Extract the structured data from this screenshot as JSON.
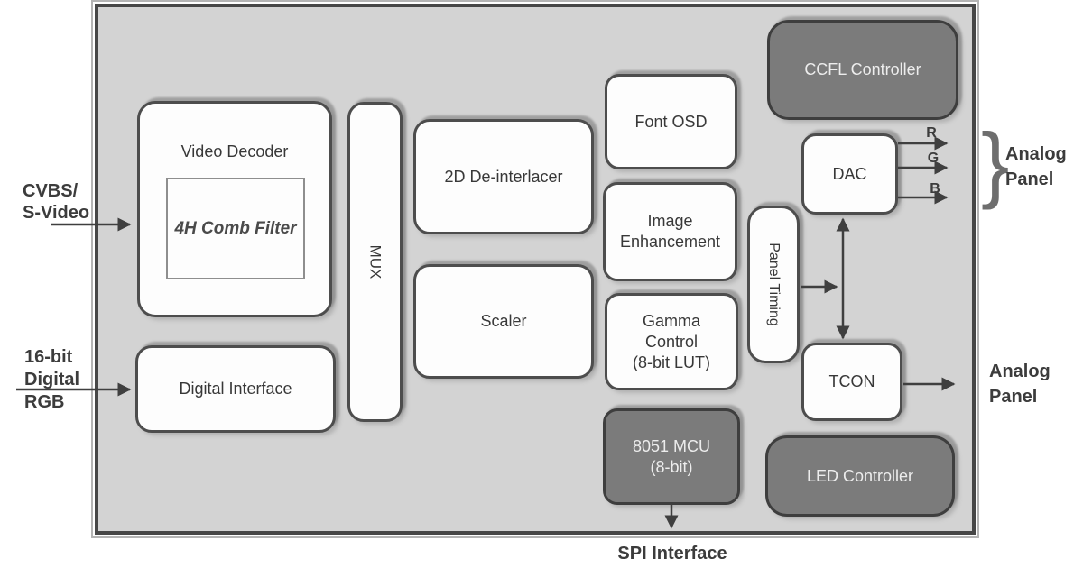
{
  "colors": {
    "chip_bg": "#d3d3d3",
    "chip_border": "#474747",
    "block_bg": "#fdfdfd",
    "block_border": "#4d4d4d",
    "dark_block_bg": "#7b7b7b",
    "dark_block_text": "#ededed",
    "arrow": "#3f3f3f",
    "text": "#3c3c3c"
  },
  "inputs": {
    "cvbs": {
      "line1": "CVBS/",
      "line2": "S-Video"
    },
    "digital_rgb": {
      "line1": "16-bit",
      "line2": "Digital",
      "line3": "RGB"
    }
  },
  "blocks": {
    "video_decoder": {
      "label": "Video Decoder",
      "sub": "4H Comb Filter"
    },
    "digital_interface": {
      "label": "Digital Interface"
    },
    "mux": {
      "label": "MUX"
    },
    "deinterlacer": {
      "label": "2D De-interlacer"
    },
    "scaler": {
      "label": "Scaler"
    },
    "font_osd": {
      "label": "Font OSD"
    },
    "image_enhancement": {
      "line1": "Image",
      "line2": "Enhancement"
    },
    "gamma": {
      "line1": "Gamma",
      "line2": "Control",
      "line3": "(8-bit LUT)"
    },
    "mcu": {
      "line1": "8051 MCU",
      "line2": "(8-bit)"
    },
    "panel_timing": {
      "label": "Panel Timing"
    },
    "dac": {
      "label": "DAC"
    },
    "tcon": {
      "label": "TCON"
    },
    "ccfl": {
      "label": "CCFL Controller"
    },
    "led": {
      "label": "LED Controller"
    }
  },
  "outputs": {
    "r": "R",
    "g": "G",
    "b": "B",
    "brace": "}",
    "analog_panel_top": {
      "line1": "Analog",
      "line2": "Panel"
    },
    "analog_panel_bottom": {
      "line1": "Analog",
      "line2": "Panel"
    },
    "spi": "SPI Interface"
  }
}
